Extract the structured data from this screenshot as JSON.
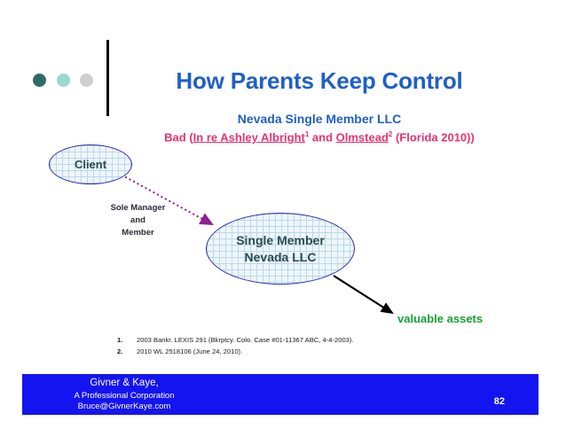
{
  "slide": {
    "title": "How Parents Keep Control",
    "subtitle": "Nevada Single Member LLC",
    "page_number": "82"
  },
  "case_line": {
    "prefix": "Bad (",
    "case1": "In re Ashley Albright",
    "case1_sup": "1",
    "conjunction": " and ",
    "case2": "Olmstead",
    "case2_sup": "2",
    "suffix": " (Florida 2010))"
  },
  "diagram": {
    "client_node": "Client",
    "entity_node_line1": "Single Member",
    "entity_node_line2": "Nevada LLC",
    "relationship_label_line1": "Sole Manager",
    "relationship_label_line2": "and",
    "relationship_label_line3": "Member",
    "assets_label": "valuable assets"
  },
  "footnotes": [
    {
      "num": "1.",
      "text": "2003 Bankr. LEXIS 291 (Bkrptcy. Colo. Case #01-11367 ABC,  4-4-2003)."
    },
    {
      "num": "2.",
      "text": "2010 WL 2518106 (June 24, 2010)."
    }
  ],
  "footer": {
    "firm_name": "Givner & Kaye,",
    "firm_sub": "A Professional Corporation",
    "firm_email": "Bruce@GivnerKaye.com"
  },
  "colors": {
    "title_blue": "#1f5fc8",
    "case_pink": "#e8336e",
    "assets_green": "#16a034",
    "footer_blue": "#1414f0",
    "ellipse_border": "#2a2ab0",
    "dotted_arrow": "#8e1e8e",
    "dot_dark_teal": "#2f6b66",
    "dot_light_teal": "#9bd8d2",
    "dot_gray": "#cfcfcf"
  }
}
